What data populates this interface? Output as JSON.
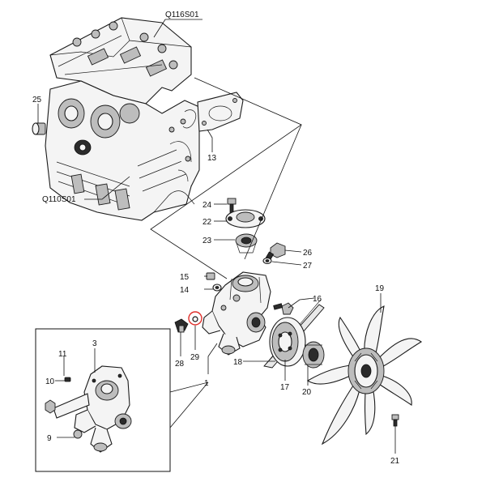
{
  "diagram": {
    "assembly_codes": [
      "Q116S01",
      "Q110S01"
    ],
    "callouts": [
      "1",
      "3",
      "9",
      "10",
      "11",
      "13",
      "14",
      "15",
      "16",
      "17",
      "18",
      "19",
      "20",
      "21",
      "22",
      "23",
      "24",
      "25",
      "26",
      "27",
      "28",
      "29"
    ]
  }
}
